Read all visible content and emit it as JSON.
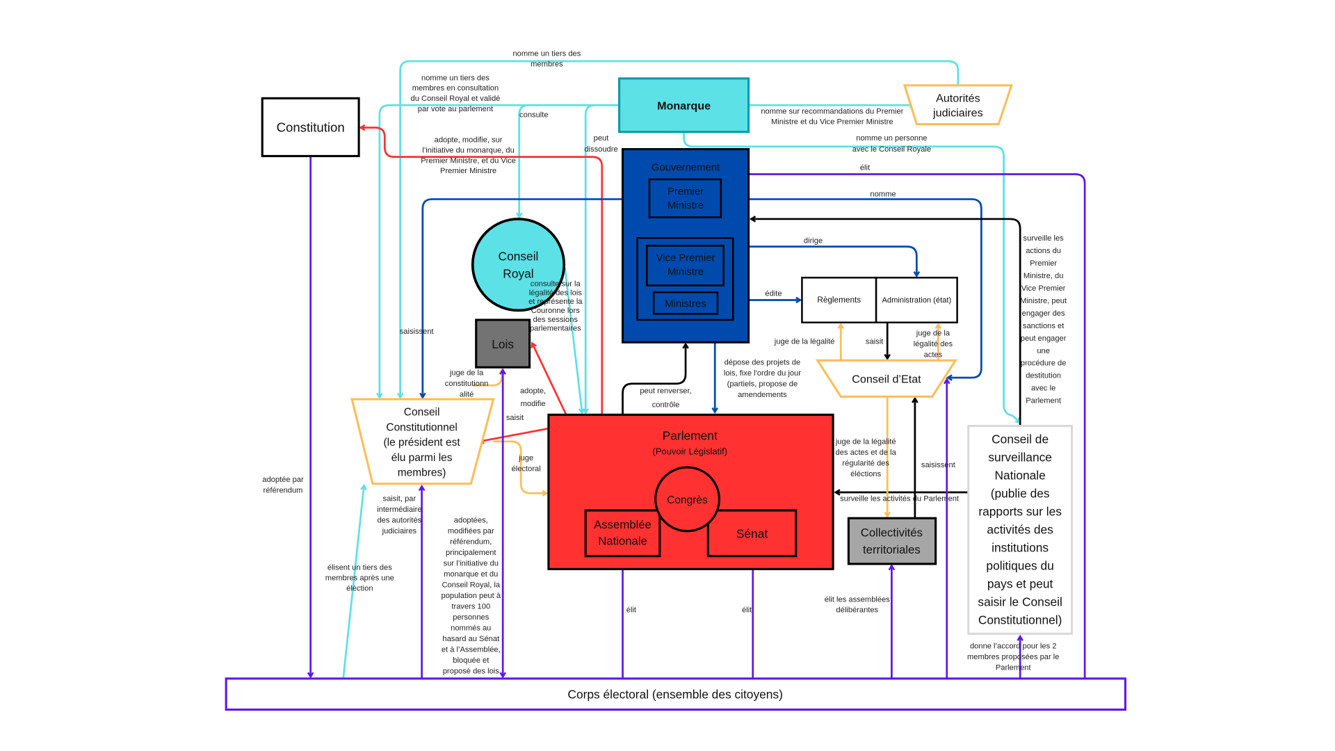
{
  "nodes": {
    "constitution": "Constitution",
    "monarque": "Monarque",
    "autorites_judiciaires": [
      "Autorités",
      "judiciaires"
    ],
    "gouvernement": "Gouvernement",
    "premier_ministre": [
      "Premier",
      "Ministre"
    ],
    "vice_premier_ministre": [
      "Vice Premier",
      "Ministre"
    ],
    "ministres": "Ministres",
    "conseil_royal": [
      "Conseil",
      "Royal"
    ],
    "lois": "Lois",
    "conseil_constitutionnel": [
      "Conseil",
      "Constitutionnel",
      "(le président est",
      "élu parmi les",
      "membres)"
    ],
    "parlement": "Parlement",
    "parlement_sub": "(Pouvoir Législatif)",
    "congres": "Congrès",
    "assemblee_nationale": [
      "Assemblée",
      "Nationale"
    ],
    "senat": "Sénat",
    "reglements": "Règlements",
    "administration": "Administration (état)",
    "conseil_etat": "Conseil d’Etat",
    "collectivites": [
      "Collectivités",
      "territoriales"
    ],
    "conseil_surveillance": [
      "Conseil de",
      "surveillance",
      "Nationale",
      "(publie des",
      "rapports sur les",
      "activités des",
      "institutions",
      "politiques du",
      "pays et peut",
      "saisir le Conseil",
      "Constitutionnel)"
    ],
    "corps_electoral": "Corps électoral (ensemble des citoyens)"
  },
  "labels": {
    "nomme_tiers_membres": [
      "nomme un tiers des",
      "membres"
    ],
    "nomme_tiers_consultation": [
      "nomme un tiers des",
      "membres en consultation",
      "du Conseil Royal et validé",
      "par vote au parlement"
    ],
    "consulte": [
      "consulte"
    ],
    "peut_dissoudre": [
      "peut",
      "dissoudre"
    ],
    "adopte_modifie_initiative": [
      "adopte, modifie, sur",
      "l’initiative du monarque, du",
      "Premier Ministre, et du Vice",
      "Premier Ministre"
    ],
    "nomme_recommandations": [
      "nomme sur recommandations du Premier",
      "Ministre et du Vice Premier Ministre"
    ],
    "nomme_personne": [
      "nomme un personne",
      "avec le Conseil Royale"
    ],
    "elit_top": [
      "élit"
    ],
    "nomme": [
      "nomme"
    ],
    "dirige": [
      "dirige"
    ],
    "edite": [
      "édite"
    ],
    "consulte_legalite": [
      "consulte sur la",
      "légalité des lois",
      "et représente la",
      "Couronne lors",
      "des sessions",
      "parlementaires"
    ],
    "saisissent_left": [
      "saisissent"
    ],
    "juge_constitutionnalite": [
      "juge de la",
      "constitutionn",
      "alité"
    ],
    "adopte_modifie": [
      "adopte,",
      "modifie"
    ],
    "saisit_parlement": [
      "saisit"
    ],
    "juge_electoral": [
      "juge",
      "électoral"
    ],
    "peut_renverser": [
      "peut renverser,",
      "contrôle"
    ],
    "depose_projets": [
      "dépose des projets de",
      "lois, fixe l'ordre du jour",
      "(partiels, propose de",
      "amendements"
    ],
    "juge_legalite": [
      "juge de la légalité"
    ],
    "saisit_etat": [
      "saisit"
    ],
    "juge_legalite_actes": [
      "juge de la",
      "légalité des",
      "actes"
    ],
    "surveille_actions": [
      "surveille les",
      "actions du",
      "Premier",
      "Ministre, du",
      "Vice Premier",
      "Ministre, peut",
      "engager des",
      "sanctions  et",
      "peut engager",
      "une",
      "procédure de",
      "destitution",
      "avec le",
      "Parlement"
    ],
    "juge_legalite_elections": [
      "juge de la légalité",
      "des actes et de la",
      "régularité des",
      "éléctions"
    ],
    "saisissent_right": [
      "saisissent"
    ],
    "surveille_parlement": [
      "surveille les activités du Parlement"
    ],
    "adoptee_referendum": [
      "adoptée par",
      "référendum"
    ],
    "saisit_intermediaire": [
      "saisit, par",
      "intermédiaire",
      "des autorités",
      "judiciaires"
    ],
    "elisent_tiers": [
      "élisent un tiers des",
      "membres  après une",
      "éléction"
    ],
    "adoptees_referendum": [
      "adoptées,",
      "modifiées par",
      "référendum,",
      "principalement",
      "sur l’initiative du",
      "monarque et du",
      "Conseil Royal, la",
      "population peut à",
      "travers 100",
      "personnes",
      "nommés au",
      "hasard au Sénat",
      "et à l’Assemblée,",
      "bloquée et",
      "proposé des lois"
    ],
    "elit_assemblee": [
      "élit"
    ],
    "elit_senat": [
      "élit"
    ],
    "elit_assemblees_deliberantes": [
      "élit les assemblées",
      "délibérantes"
    ],
    "donne_accord": [
      "donne l’accord pour les 2",
      "membres proposées par le",
      "Parlement"
    ]
  },
  "colors": {
    "royal_cyan": "#5ce1e6",
    "government_blue": "#004aad",
    "parliament_red": "#ff3131",
    "electorate_purple": "#5e17eb",
    "judicial_orange": "#ffbd59",
    "lois_gray": "#737373",
    "collectivites_gray": "#a6a6a6"
  }
}
